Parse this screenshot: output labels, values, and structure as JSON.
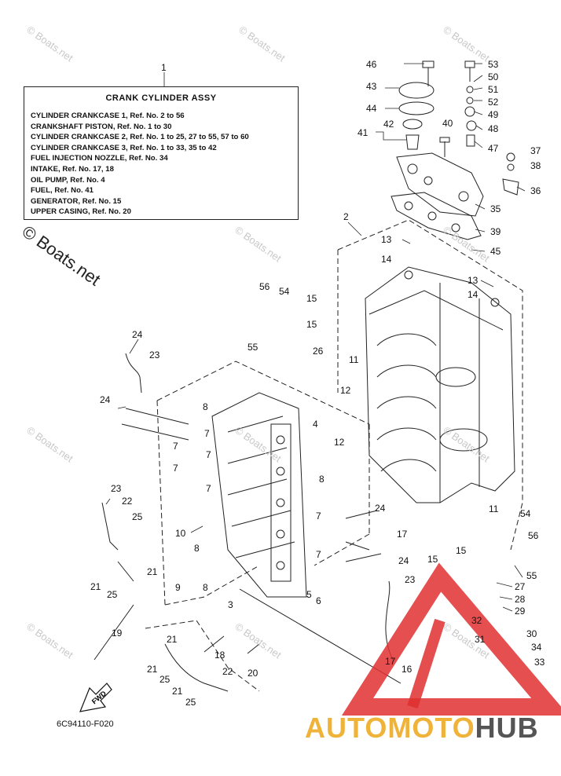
{
  "legend": {
    "ref_number": "1",
    "title": "CRANK CYLINDER ASSY",
    "lines": [
      "CYLINDER CRANKCASE 1, Ref. No. 2 to 56",
      "CRANKSHAFT PISTON,  Ref. No. 1 to 30",
      "CYLINDER CRANKCASE 2, Ref. No. 1 to 25, 27 to 55, 57 to 60",
      "CYLINDER CRANKCASE 3, Ref. No. 1 to 33, 35 to 42",
      "FUEL INJECTION NOZZLE, Ref. No. 34",
      "INTAKE, Ref. No. 17, 18",
      "OIL PUMP, Ref. No. 4",
      "FUEL,  Ref. No. 41",
      "GENERATOR,  Ref. No. 15",
      "UPPER CASING, Ref. No. 20"
    ]
  },
  "watermark": "© Boats.net",
  "figure_code": "6C94110-F020",
  "fwd_label": "FWD",
  "brand": {
    "part1": "AUTOMOTO",
    "part2": "HUB",
    "color1": "#f0b33a",
    "color2": "#555555",
    "logo_color": "#e03030"
  },
  "callouts": [
    {
      "id": "c46",
      "text": "46"
    },
    {
      "id": "c43",
      "text": "43"
    },
    {
      "id": "c44",
      "text": "44"
    },
    {
      "id": "c42",
      "text": "42"
    },
    {
      "id": "c41",
      "text": "41"
    },
    {
      "id": "c53",
      "text": "53"
    },
    {
      "id": "c50",
      "text": "50"
    },
    {
      "id": "c51",
      "text": "51"
    },
    {
      "id": "c52",
      "text": "52"
    },
    {
      "id": "c49",
      "text": "49"
    },
    {
      "id": "c40",
      "text": "40"
    },
    {
      "id": "c48",
      "text": "48"
    },
    {
      "id": "c47",
      "text": "47"
    },
    {
      "id": "c37",
      "text": "37"
    },
    {
      "id": "c38",
      "text": "38"
    },
    {
      "id": "c36",
      "text": "36"
    },
    {
      "id": "c35",
      "text": "35"
    },
    {
      "id": "c39",
      "text": "39"
    },
    {
      "id": "c45",
      "text": "45"
    },
    {
      "id": "c2",
      "text": "2"
    },
    {
      "id": "c13a",
      "text": "13"
    },
    {
      "id": "c14a",
      "text": "14"
    },
    {
      "id": "c13b",
      "text": "13"
    },
    {
      "id": "c14b",
      "text": "14"
    },
    {
      "id": "c56a",
      "text": "56"
    },
    {
      "id": "c54a",
      "text": "54"
    },
    {
      "id": "c15a",
      "text": "15"
    },
    {
      "id": "c15b",
      "text": "15"
    },
    {
      "id": "c55a",
      "text": "55"
    },
    {
      "id": "c26",
      "text": "26"
    },
    {
      "id": "c11a",
      "text": "11"
    },
    {
      "id": "c12a",
      "text": "12"
    },
    {
      "id": "c24a",
      "text": "24"
    },
    {
      "id": "c23a",
      "text": "23"
    },
    {
      "id": "c24b",
      "text": "24"
    },
    {
      "id": "c8a",
      "text": "8"
    },
    {
      "id": "c7a",
      "text": "7"
    },
    {
      "id": "c7b",
      "text": "7"
    },
    {
      "id": "c7c",
      "text": "7"
    },
    {
      "id": "c7d",
      "text": "7"
    },
    {
      "id": "c7e",
      "text": "7"
    },
    {
      "id": "c4",
      "text": "4"
    },
    {
      "id": "c12b",
      "text": "12"
    },
    {
      "id": "c8b",
      "text": "8"
    },
    {
      "id": "c23b",
      "text": "23"
    },
    {
      "id": "c22a",
      "text": "22"
    },
    {
      "id": "c25a",
      "text": "25"
    },
    {
      "id": "c10",
      "text": "10"
    },
    {
      "id": "c8c",
      "text": "8"
    },
    {
      "id": "c21a",
      "text": "21"
    },
    {
      "id": "c21b",
      "text": "21"
    },
    {
      "id": "c25b",
      "text": "25"
    },
    {
      "id": "c9",
      "text": "9"
    },
    {
      "id": "c8d",
      "text": "8"
    },
    {
      "id": "c19",
      "text": "19"
    },
    {
      "id": "c3",
      "text": "3"
    },
    {
      "id": "c5",
      "text": "5"
    },
    {
      "id": "c6",
      "text": "6"
    },
    {
      "id": "c7f",
      "text": "7"
    },
    {
      "id": "c7g",
      "text": "7"
    },
    {
      "id": "c24c",
      "text": "24"
    },
    {
      "id": "c24d",
      "text": "24"
    },
    {
      "id": "c17a",
      "text": "17"
    },
    {
      "id": "c15c",
      "text": "15"
    },
    {
      "id": "c15d",
      "text": "15"
    },
    {
      "id": "c23c",
      "text": "23"
    },
    {
      "id": "c11b",
      "text": "11"
    },
    {
      "id": "c54b",
      "text": "54"
    },
    {
      "id": "c56b",
      "text": "56"
    },
    {
      "id": "c55b",
      "text": "55"
    },
    {
      "id": "c27",
      "text": "27"
    },
    {
      "id": "c28",
      "text": "28"
    },
    {
      "id": "c29",
      "text": "29"
    },
    {
      "id": "c32",
      "text": "32"
    },
    {
      "id": "c30",
      "text": "30"
    },
    {
      "id": "c31",
      "text": "31"
    },
    {
      "id": "c34",
      "text": "34"
    },
    {
      "id": "c33",
      "text": "33"
    },
    {
      "id": "c21c",
      "text": "21"
    },
    {
      "id": "c18",
      "text": "18"
    },
    {
      "id": "c22b",
      "text": "22"
    },
    {
      "id": "c20",
      "text": "20"
    },
    {
      "id": "c21d",
      "text": "21"
    },
    {
      "id": "c25c",
      "text": "25"
    },
    {
      "id": "c21e",
      "text": "21"
    },
    {
      "id": "c25d",
      "text": "25"
    },
    {
      "id": "c17b",
      "text": "17"
    },
    {
      "id": "c16",
      "text": "16"
    }
  ]
}
